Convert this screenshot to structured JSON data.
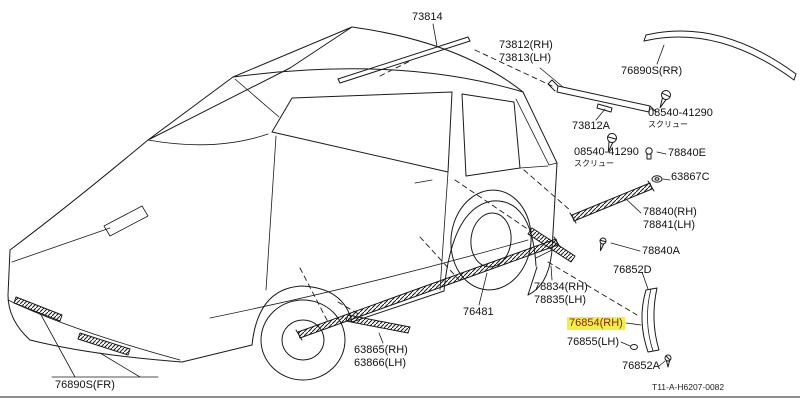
{
  "diagram": {
    "drawing_code": "T11-A-H6207-0082",
    "highlight_color": "#eef23f",
    "highlight_text_color": "#8b1a1a",
    "line_color": "#1a1a1a",
    "background_color": "#ffffff"
  },
  "parts": {
    "p73814": {
      "line1": "73814"
    },
    "p73812": {
      "line1": "73812(RH)",
      "line2": "73813(LH)"
    },
    "p76890s_rr": {
      "line1": "76890S(RR)"
    },
    "p73812a": {
      "line1": "73812A"
    },
    "screw1": {
      "line1": "08540-41290",
      "line2": "スクリュー"
    },
    "screw2": {
      "line1": "08540-41290",
      "line2": "スクリュー"
    },
    "p78840e": {
      "line1": "78840E"
    },
    "p63867c": {
      "line1": "63867C"
    },
    "p78840": {
      "line1": "78840(RH)",
      "line2": "78841(LH)"
    },
    "p78840a": {
      "line1": "78840A"
    },
    "p76852d": {
      "line1": "76852D"
    },
    "p78834": {
      "line1": "78834(RH)",
      "line2": "78835(LH)"
    },
    "p76481": {
      "line1": "76481"
    },
    "p76854": {
      "line1": "76854(RH)"
    },
    "p76855": {
      "line1": "76855(LH)"
    },
    "p76852a": {
      "line1": "76852A"
    },
    "p63865": {
      "line1": "63865(RH)",
      "line2": "63866(LH)"
    },
    "p76890s_fr": {
      "line1": "76890S(FR)"
    }
  }
}
